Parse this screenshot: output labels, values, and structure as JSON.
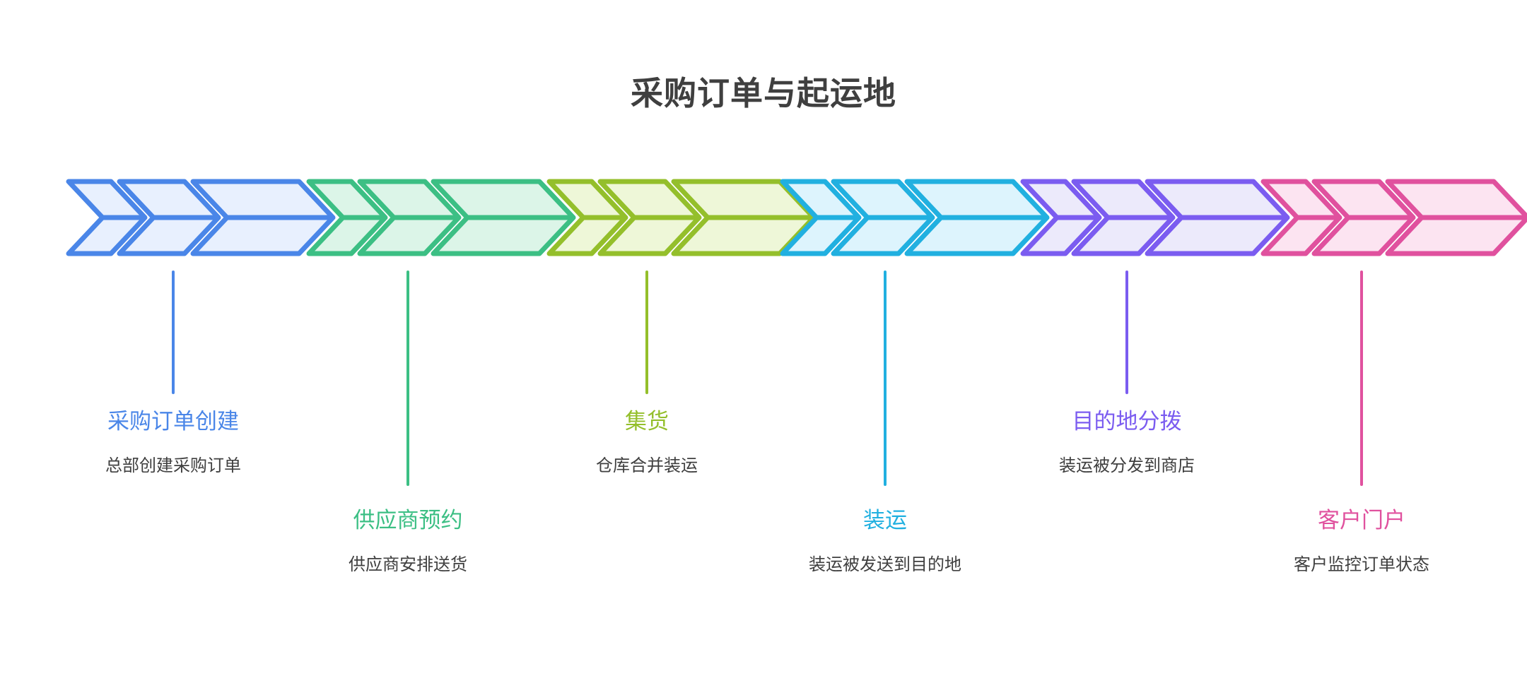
{
  "header": {
    "title": "采购订单与起运地"
  },
  "palette": {
    "text_dark": "#3f3f3f",
    "background": "#ffffff"
  },
  "steps": [
    {
      "index": 1,
      "title": "采购订单创建",
      "description": "总部创建采购订单",
      "stroke": "#4a86e8",
      "fill": "#e8f0fe",
      "icon": "chevrons-right-icon",
      "connector_length": "short"
    },
    {
      "index": 2,
      "title": "供应商预约",
      "description": "供应商安排送货",
      "stroke": "#3cbf84",
      "fill": "#dcf5e8",
      "icon": "chevrons-right-icon",
      "connector_length": "long"
    },
    {
      "index": 3,
      "title": "集货",
      "description": "仓库合并装运",
      "stroke": "#94bf2b",
      "fill": "#eef7d8",
      "icon": "chevrons-right-icon",
      "connector_length": "short"
    },
    {
      "index": 4,
      "title": "装运",
      "description": "装运被发送到目的地",
      "stroke": "#21b0e0",
      "fill": "#ddf4fd",
      "icon": "chevrons-right-icon",
      "connector_length": "long"
    },
    {
      "index": 5,
      "title": "目的地分拨",
      "description": "装运被分发到商店",
      "stroke": "#7b5cf0",
      "fill": "#eceafb",
      "icon": "chevrons-right-icon",
      "connector_length": "short"
    },
    {
      "index": 6,
      "title": "客户门户",
      "description": "客户监控订单状态",
      "stroke": "#e0519e",
      "fill": "#fce4f1",
      "icon": "chevrons-right-icon",
      "connector_length": "long"
    }
  ]
}
